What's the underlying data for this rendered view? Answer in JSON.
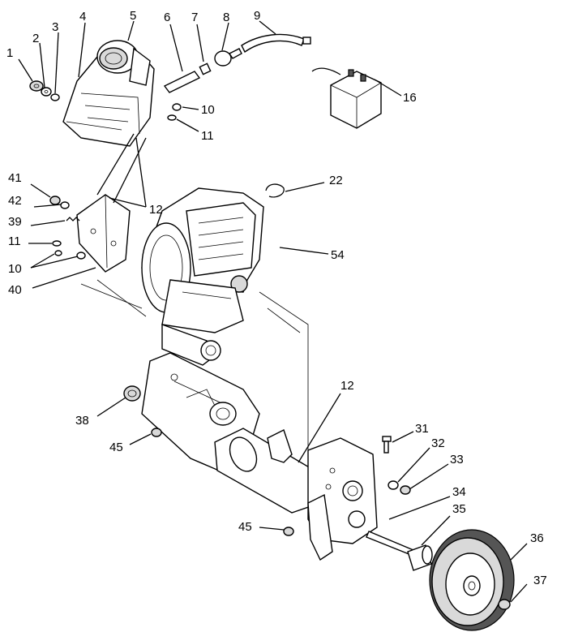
{
  "callouts": [
    {
      "id": "c1",
      "text": "1"
    },
    {
      "id": "c2",
      "text": "2"
    },
    {
      "id": "c3",
      "text": "3"
    },
    {
      "id": "c4",
      "text": "4"
    },
    {
      "id": "c5",
      "text": "5"
    },
    {
      "id": "c6",
      "text": "6"
    },
    {
      "id": "c7",
      "text": "7"
    },
    {
      "id": "c8",
      "text": "8"
    },
    {
      "id": "c9",
      "text": "9"
    },
    {
      "id": "c16",
      "text": "16"
    },
    {
      "id": "c10a",
      "text": "10"
    },
    {
      "id": "c11a",
      "text": "11"
    },
    {
      "id": "c41",
      "text": "41"
    },
    {
      "id": "c42",
      "text": "42"
    },
    {
      "id": "c39",
      "text": "39"
    },
    {
      "id": "c11b",
      "text": "11"
    },
    {
      "id": "c10b",
      "text": "10"
    },
    {
      "id": "c40",
      "text": "40"
    },
    {
      "id": "c12a",
      "text": "12"
    },
    {
      "id": "c22",
      "text": "22"
    },
    {
      "id": "c54",
      "text": "54"
    },
    {
      "id": "c12b",
      "text": "12"
    },
    {
      "id": "c38",
      "text": "38"
    },
    {
      "id": "c45a",
      "text": "45"
    },
    {
      "id": "c31",
      "text": "31"
    },
    {
      "id": "c32",
      "text": "32"
    },
    {
      "id": "c33",
      "text": "33"
    },
    {
      "id": "c34",
      "text": "34"
    },
    {
      "id": "c35",
      "text": "35"
    },
    {
      "id": "c36",
      "text": "36"
    },
    {
      "id": "c37",
      "text": "37"
    },
    {
      "id": "c45b",
      "text": "45"
    }
  ]
}
